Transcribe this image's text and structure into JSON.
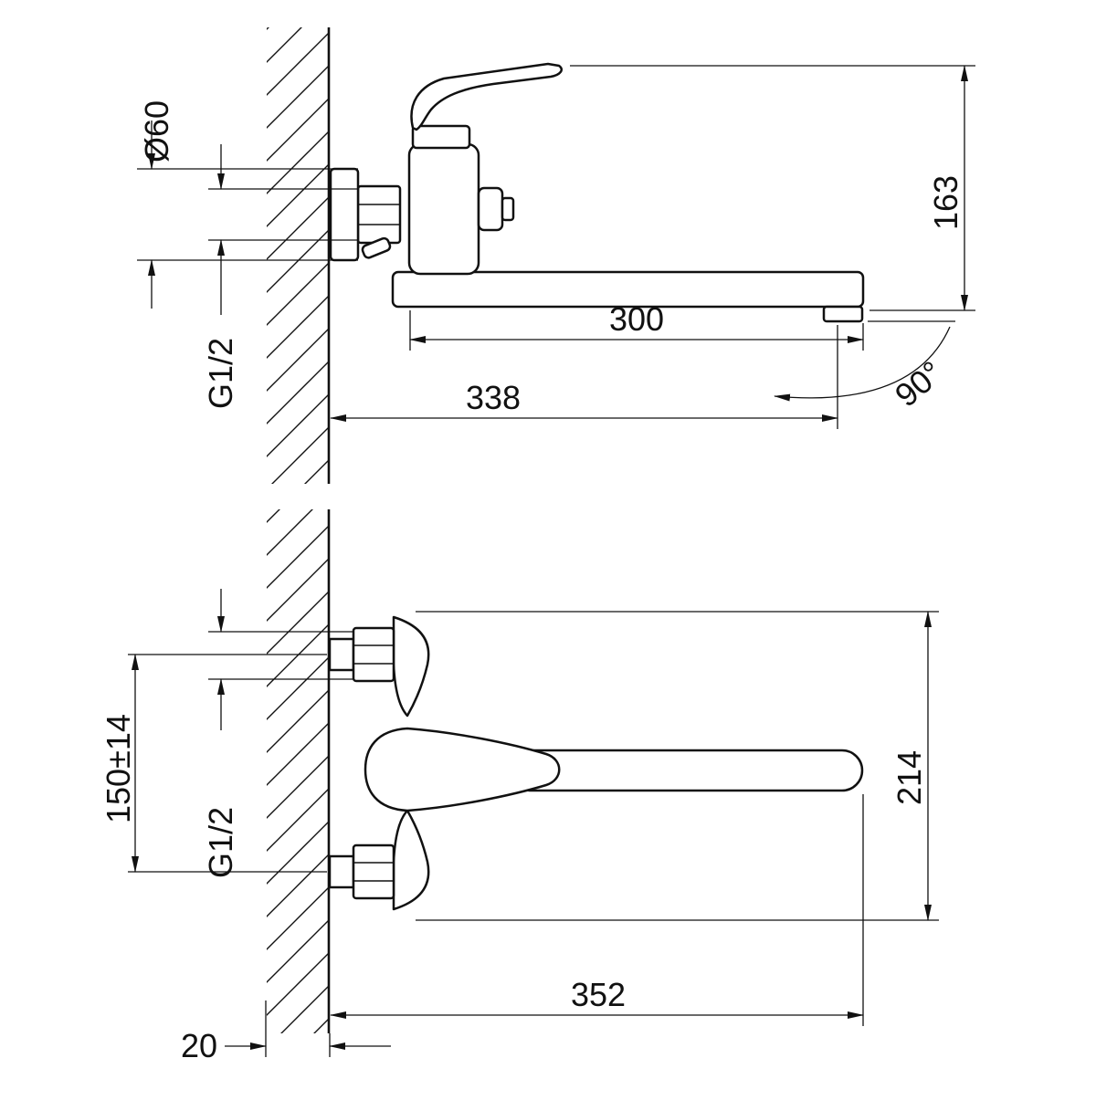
{
  "drawing": {
    "type": "technical-dimension-drawing",
    "subject": "wall-mounted single-lever faucet, two views",
    "colors": {
      "line": "#111111",
      "background": "#ffffff"
    },
    "dims": {
      "top": {
        "diameter": "Ø60",
        "thread": "G1/2",
        "height": "163",
        "spout_reach": "300",
        "overall_reach": "338",
        "swivel_angle": "90°"
      },
      "bottom": {
        "mount_centers": "150±14",
        "thread": "G1/2",
        "body_span": "214",
        "overall_length": "352",
        "wall_offset": "20"
      }
    }
  }
}
